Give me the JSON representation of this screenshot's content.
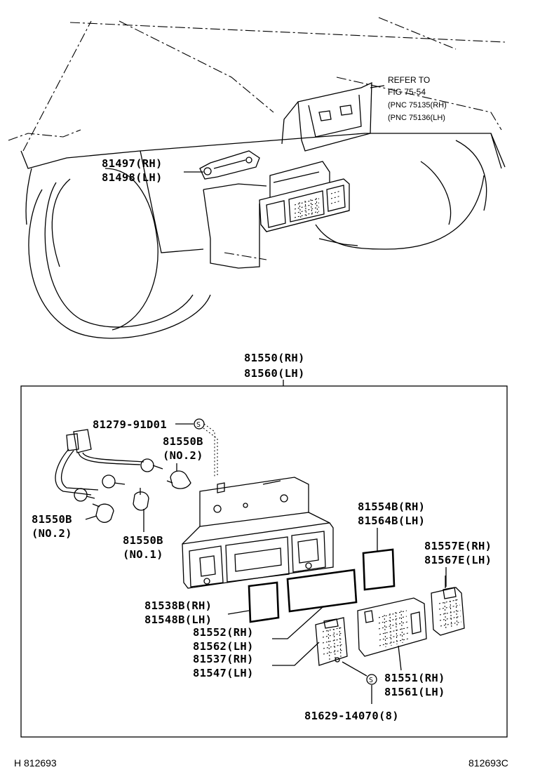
{
  "top_view": {
    "refer_line1": "REFER TO",
    "refer_line2": "FIG 75-54",
    "refer_line3": "(PNC 75135(RH)",
    "refer_line4": "(PNC 75136(LH)",
    "bracket_rh": "81497(RH)",
    "bracket_lh": "81498(LH)"
  },
  "assembly": {
    "title_rh": "81550(RH)",
    "title_lh": "81560(LH)"
  },
  "labels": {
    "socket_wire": "81279-91D01",
    "bulb_upper": "81550B",
    "bulb_upper_no": "(NO.2)",
    "bulb_left": "81550B",
    "bulb_left_no": "(NO.2)",
    "bulb_mid": "81550B",
    "bulb_mid_no": "(NO.1)",
    "gasket_right_rh": "81554B(RH)",
    "gasket_right_lh": "81564B(LH)",
    "side_lens_rh": "81557E(RH)",
    "side_lens_lh": "81567E(LH)",
    "gasket_left_rh": "81538B(RH)",
    "gasket_left_lh": "81548B(LH)",
    "gasket_center_rh": "81552(RH)",
    "gasket_center_lh": "81562(LH)",
    "lens_small_rh": "81537(RH)",
    "lens_small_lh": "81547(LH)",
    "lens_main_rh": "81551(RH)",
    "lens_main_lh": "81561(LH)",
    "screw": "81629-14070(8)",
    "s_mark": "S"
  },
  "footer": {
    "left_code": "H 812693",
    "right_code": "812693C"
  }
}
